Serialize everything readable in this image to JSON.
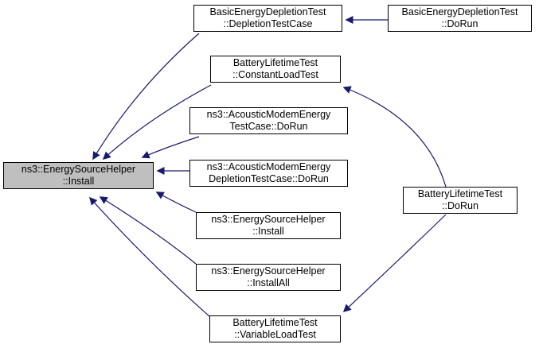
{
  "diagram": {
    "kind": "doxygen-caller-graph",
    "colors": {
      "arrow": "#191970",
      "node_border": "#000000",
      "highlight_fill": "#bfbfbf",
      "node_fill": "#ffffff",
      "text": "#000000",
      "background": "#ffffff"
    },
    "nodes": [
      {
        "id": "install-main",
        "line1": "ns3::EnergySourceHelper",
        "line2": "::Install",
        "highlighted": true
      },
      {
        "id": "depletion-test-case",
        "line1": "BasicEnergyDepletionTest",
        "line2": "::DepletionTestCase",
        "highlighted": false
      },
      {
        "id": "basic-dorun",
        "line1": "BasicEnergyDepletionTest",
        "line2": "::DoRun",
        "highlighted": false
      },
      {
        "id": "constant-load-test",
        "line1": "BatteryLifetimeTest",
        "line2": "::ConstantLoadTest",
        "highlighted": false
      },
      {
        "id": "acoustic-testcase-dorun",
        "line1": "ns3::AcousticModemEnergy",
        "line2": "TestCase::DoRun",
        "highlighted": false
      },
      {
        "id": "acoustic-depletion-dorun",
        "line1": "ns3::AcousticModemEnergy",
        "line2": "DepletionTestCase::DoRun",
        "highlighted": false
      },
      {
        "id": "install",
        "line1": "ns3::EnergySourceHelper",
        "line2": "::Install",
        "highlighted": false
      },
      {
        "id": "install-all",
        "line1": "ns3::EnergySourceHelper",
        "line2": "::InstallAll",
        "highlighted": false
      },
      {
        "id": "variable-load-test",
        "line1": "BatteryLifetimeTest",
        "line2": "::VariableLoadTest",
        "highlighted": false
      },
      {
        "id": "battery-dorun",
        "line1": "BatteryLifetimeTest",
        "line2": "::DoRun",
        "highlighted": false
      }
    ],
    "edges": [
      {
        "from": "basic-dorun",
        "to": "depletion-test-case"
      },
      {
        "from": "depletion-test-case",
        "to": "install-main"
      },
      {
        "from": "constant-load-test",
        "to": "install-main"
      },
      {
        "from": "acoustic-testcase-dorun",
        "to": "install-main"
      },
      {
        "from": "acoustic-depletion-dorun",
        "to": "install-main"
      },
      {
        "from": "install",
        "to": "install-main"
      },
      {
        "from": "install-all",
        "to": "install-main"
      },
      {
        "from": "variable-load-test",
        "to": "install-main"
      },
      {
        "from": "battery-dorun",
        "to": "constant-load-test"
      },
      {
        "from": "battery-dorun",
        "to": "variable-load-test"
      }
    ]
  }
}
